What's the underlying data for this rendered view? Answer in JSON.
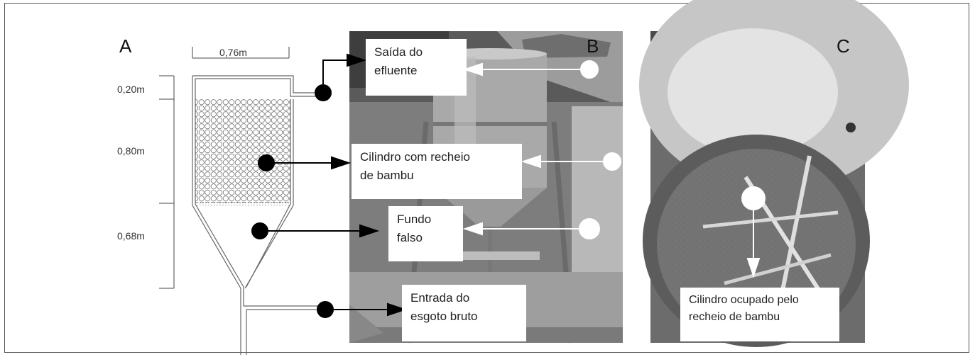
{
  "panels": {
    "a": {
      "letter": "A",
      "width_label": "0,76m",
      "dim_top": "0,20m",
      "dim_middle": "0,80m",
      "dim_bottom": "0,68m"
    },
    "b": {
      "letter": "B",
      "label_outlet": "Saída do\nefluente",
      "label_cylinder": "Cilindro com recheio\nde bambu",
      "label_false_bottom": "Fundo\nfalso",
      "label_inlet": "Entrada do\nesgoto bruto"
    },
    "c": {
      "letter": "C",
      "label_cylinder": "Cilindro ocupado pelo\nrecheio de bambu"
    }
  },
  "colors": {
    "frame": "#555555",
    "arrow": "#000000",
    "photo_arrow": "#ffffff"
  }
}
